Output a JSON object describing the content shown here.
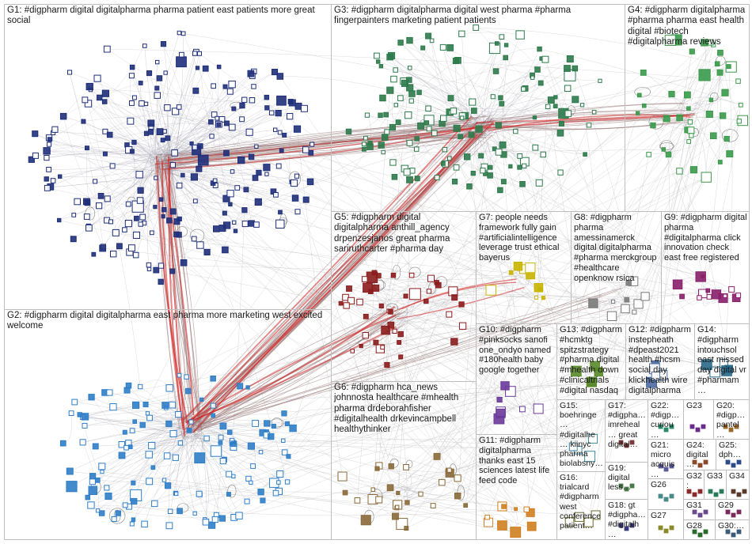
{
  "groups": [
    {
      "id": "G1",
      "label": "G1: #digpharm digital digitalpharma pharma patient east patients more great social",
      "color": "#1f2f7a"
    },
    {
      "id": "G2",
      "label": "G2: #digpharm digital digitalpharma east pharma more marketing west excited welcome",
      "color": "#2f7ec8"
    },
    {
      "id": "G3",
      "label": "G3: #digpharm digitalpharma digital west pharma #pharma fingerpainters marketing patient patients",
      "color": "#2d7a4b"
    },
    {
      "id": "G4",
      "label": "G4: #digpharm digitalpharma #pharma pharma east health digital #biotech #digitalpharma reviews",
      "color": "#3a9a4a"
    },
    {
      "id": "G5",
      "label": "G5: #digpharm digital digitalpharma anthill_agency drpenzesjanos great pharma sariruthcarter #pharma day",
      "color": "#8b1c1c"
    },
    {
      "id": "G6",
      "label": "G6: #digpharm hca_news johnnosta healthcare #mhealth pharma drdeborahfisher #digitalhealth drkevincampbell healthythinker",
      "color": "#8a6a3a"
    },
    {
      "id": "G7",
      "label": "G7: people needs framework fully gain #artificialintelligence leverage trust ethical bayerus",
      "color": "#c8b400"
    },
    {
      "id": "G8",
      "label": "G8: #digpharm pharma amessinamerck digital digitalpharma #pharma merckgroup #healthcare openknow rsica",
      "color": "#7a7a7a"
    },
    {
      "id": "G9",
      "label": "G9: #digpharm digital pharma #digitalpharma click innovation check east free registered",
      "color": "#8a1f6a"
    },
    {
      "id": "G10",
      "label": "G10: #digpharm #pinksocks sanofi one_ondyo named #180health baby google together",
      "color": "#6a3a9a"
    },
    {
      "id": "G11",
      "label": "G11: #digpharm digitalpharma thanks east 15 sciences latest life feed code",
      "color": "#d08020"
    },
    {
      "id": "G12",
      "label": "G12: #digpharm instepheath #dpeast2021 health #hcsm social day klickhealth wire digitalpharma",
      "color": "#4a6aa0"
    },
    {
      "id": "G13",
      "label": "G13: #digpharm #hcmktg spitzstrategy #pharma digital #mhealth down #clinicaltrials #digital nasdaq",
      "color": "#5a8a2a"
    },
    {
      "id": "G14",
      "label": "G14: #digpharm intouchsol east missed day digital vr #pharmam…",
      "color": "#2a6a8a"
    },
    {
      "id": "G15",
      "label": "G15: boehringe… #digitalhe… kiinyc pharma biolabsny…",
      "color": "#3a8aa0"
    },
    {
      "id": "G16",
      "label": "G16: trialcard #digpharm west conference patient…",
      "color": "#6a6a2a"
    },
    {
      "id": "G17",
      "label": "G17: #digpha… imreheal… great digital…",
      "color": "#7a3a3a"
    },
    {
      "id": "G18",
      "label": "G18: gt #digpha… #digitalh…",
      "color": "#3a3a7a"
    },
    {
      "id": "G19",
      "label": "G19: digital less…",
      "color": "#4a7a4a"
    },
    {
      "id": "G20",
      "label": "G20: #digp… pantel…",
      "color": "#9a6a2a"
    },
    {
      "id": "G21",
      "label": "G21: micro acquis…",
      "color": "#5a5a9a"
    },
    {
      "id": "G22",
      "label": "G22: #digp… curiou…",
      "color": "#2a8a6a"
    },
    {
      "id": "G23",
      "label": "G23",
      "color": "#6a2a8a"
    },
    {
      "id": "G24",
      "label": "G24: digital…",
      "color": "#8a4a2a"
    },
    {
      "id": "G25",
      "label": "G25: dph…",
      "color": "#2a4a8a"
    },
    {
      "id": "G26",
      "label": "G26",
      "color": "#4a8a8a"
    },
    {
      "id": "G27",
      "label": "G27",
      "color": "#8a8a2a"
    },
    {
      "id": "G28",
      "label": "G28",
      "color": "#2a6a2a"
    },
    {
      "id": "G29",
      "label": "G29",
      "color": "#7a2a5a"
    },
    {
      "id": "G30",
      "label": "G30:…",
      "color": "#3a5a7a"
    },
    {
      "id": "G31",
      "label": "G31",
      "color": "#6a4a8a"
    },
    {
      "id": "G32",
      "label": "G32:",
      "color": "#8a2a2a"
    },
    {
      "id": "G33",
      "label": "G33",
      "color": "#2a7a5a"
    },
    {
      "id": "G34",
      "label": "G34",
      "color": "#5a3a2a"
    }
  ],
  "edge_colors": {
    "light": "#bdbdbd",
    "mid": "#9a7a7a",
    "strong": "#d42020"
  }
}
